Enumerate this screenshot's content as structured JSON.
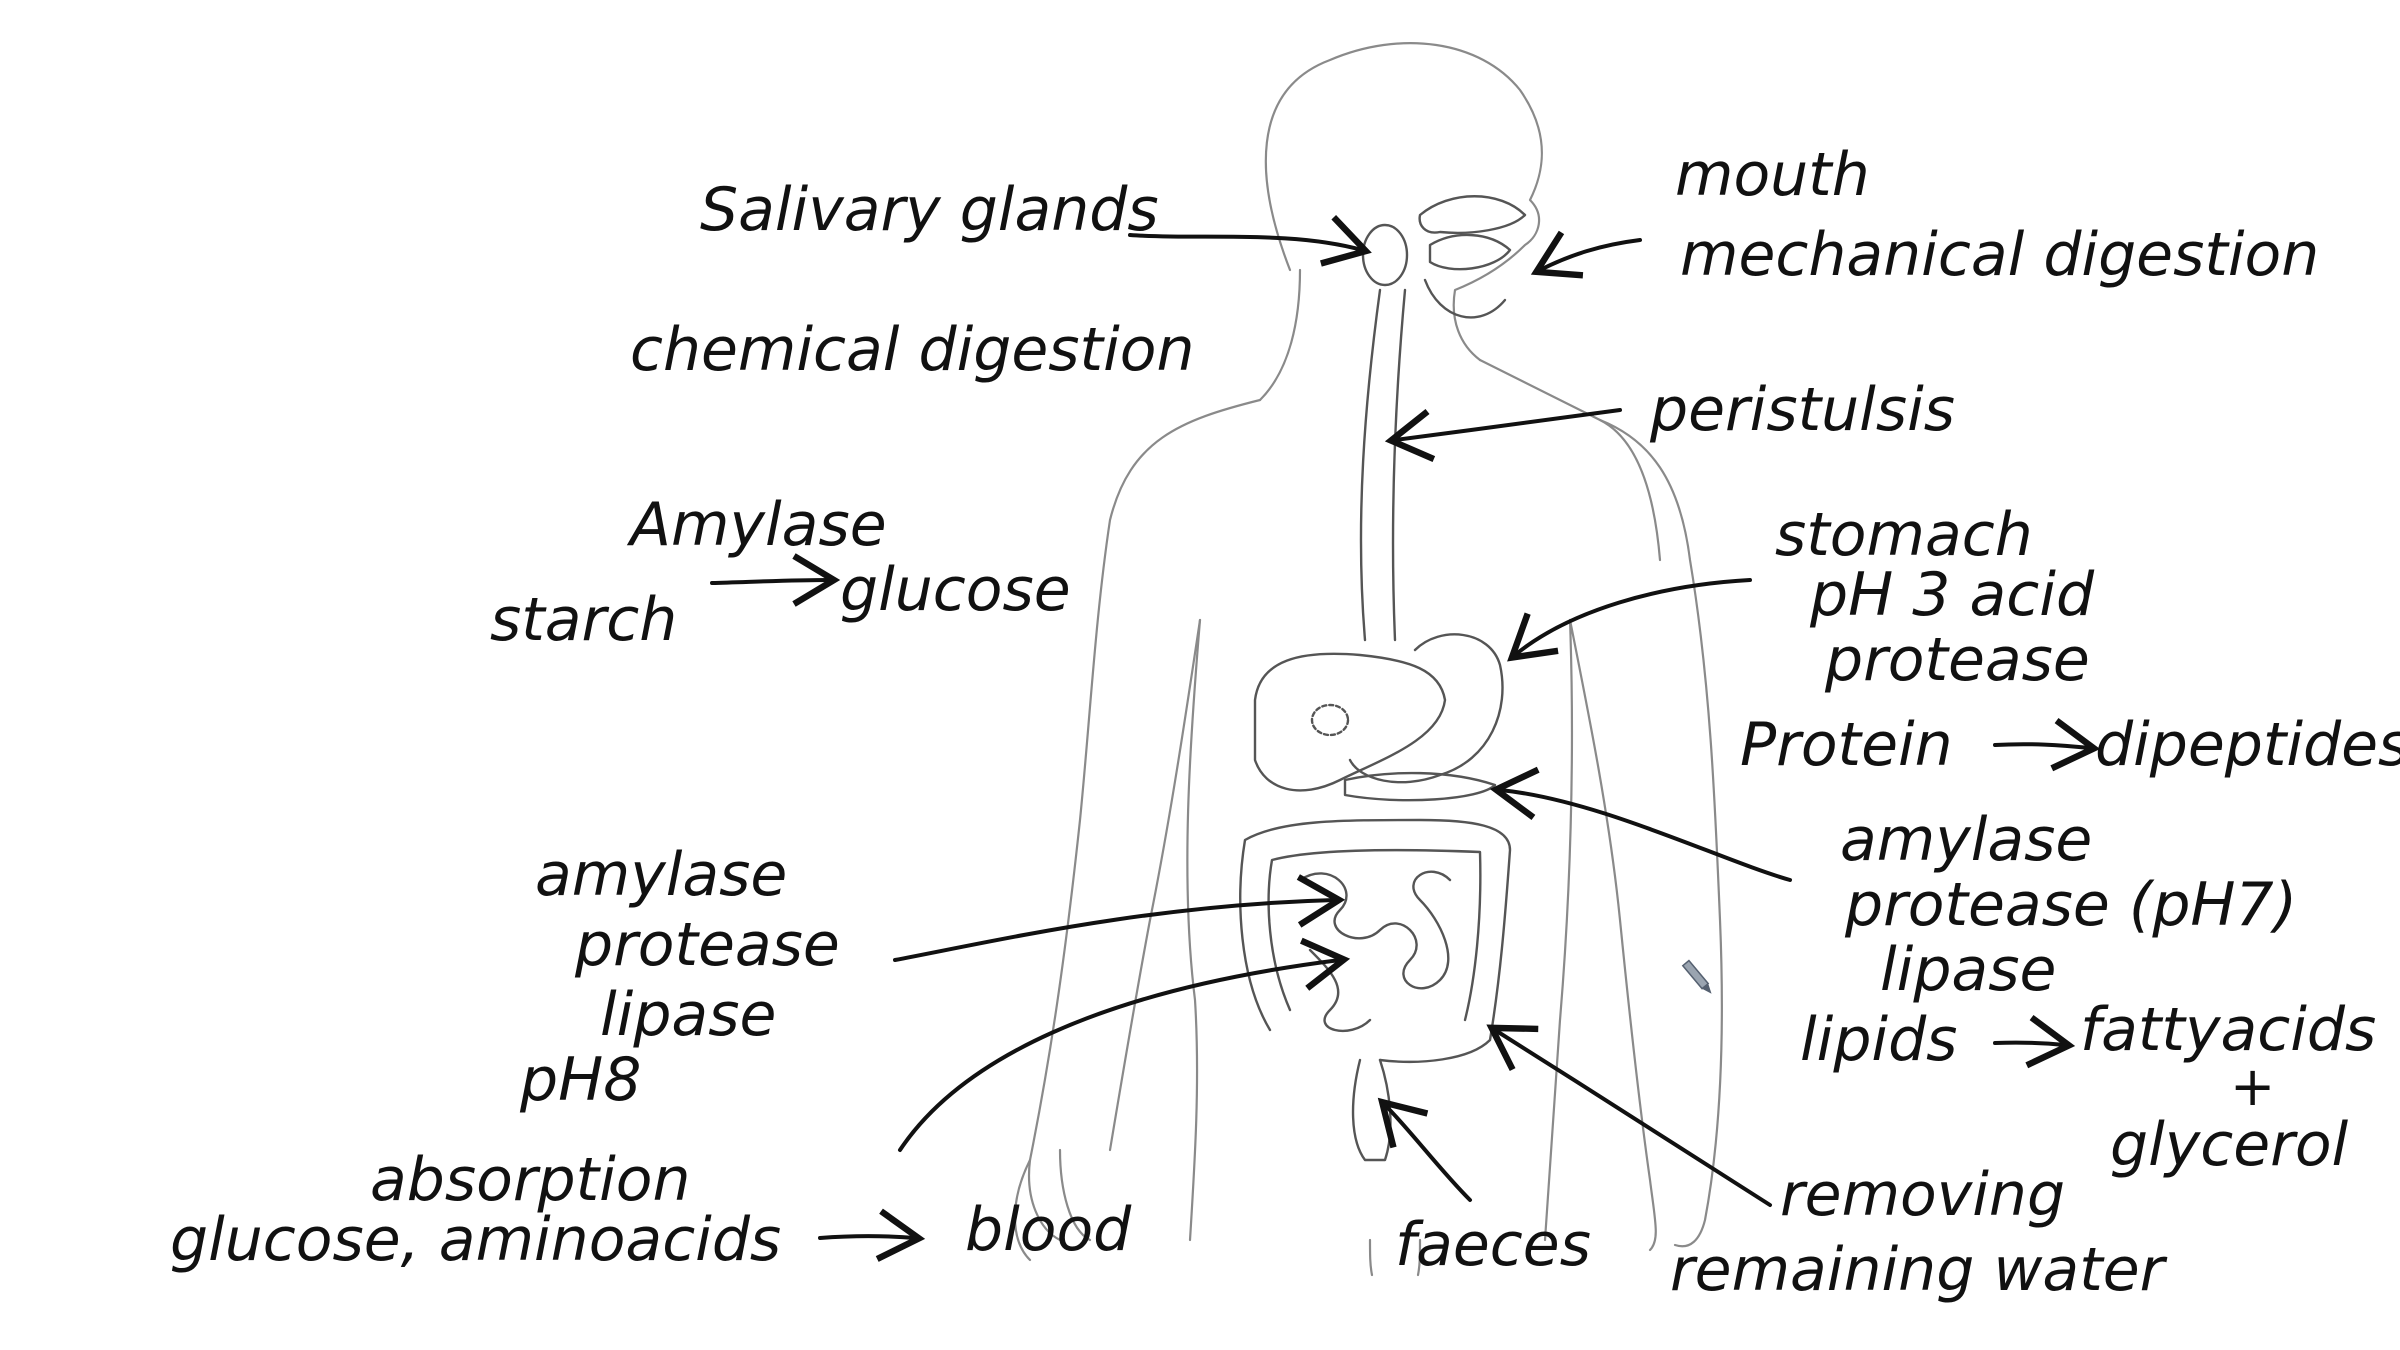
{
  "labels": {
    "salivary_glands": "Salivary glands",
    "chemical_digestion": "chemical digestion",
    "amylase_top": "Amylase",
    "starch": "starch",
    "glucose": "glucose",
    "mouth": "mouth",
    "mechanical_digestion": "mechanical digestion",
    "peristalsis": "peristulsis",
    "stomach": "stomach",
    "ph3_acid": "pH 3 acid",
    "protease_stomach": "protease",
    "protein": "Protein",
    "dipeptides": "dipeptides",
    "amylase_left": "amylase",
    "protease_left": "protease",
    "lipase_left": "lipase",
    "ph8": "pH8",
    "amylase_right": "amylase",
    "protease_ph7": "protease (pH7)",
    "lipase_right": "lipase",
    "lipids": "lipids",
    "fatty_acids": "fattyacids",
    "plus": "+",
    "glycerol": "glycerol",
    "absorption": "absorption",
    "glucose_amino": "glucose, aminoacids",
    "blood": "blood",
    "faeces": "faeces",
    "removing": "removing",
    "remaining_water": "remaining water"
  },
  "colors": {
    "ink": "#111111",
    "body_outline": "#8a8a8a",
    "organ_outline": "#555555",
    "background": "#ffffff"
  }
}
